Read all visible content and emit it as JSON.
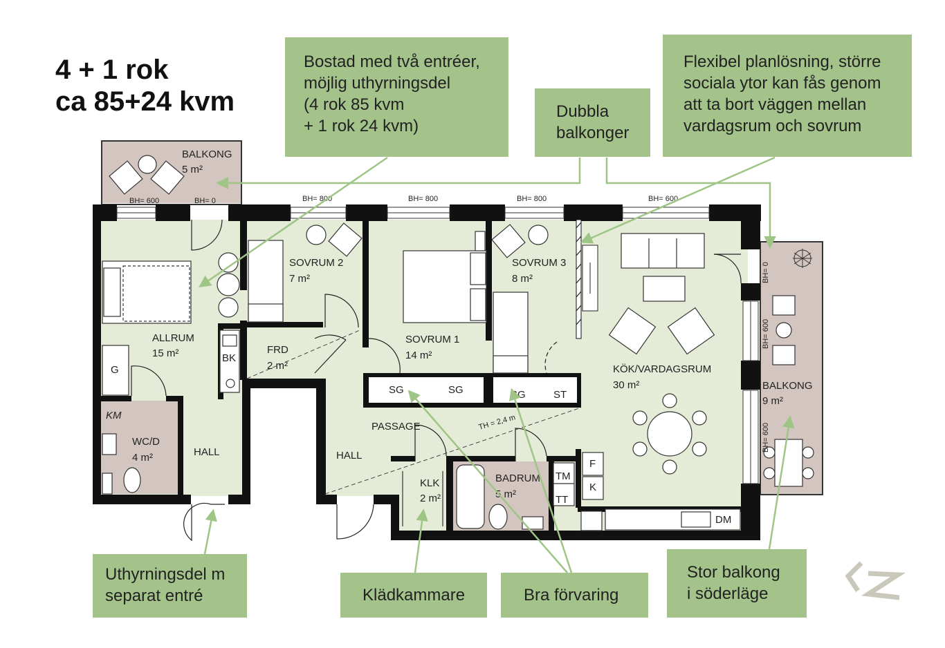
{
  "heading": {
    "line1": "4 + 1 rok",
    "line2": "ca 85+24 kvm"
  },
  "callouts": {
    "two_entrances": [
      "Bostad med två entréer,",
      "möjlig uthyrningsdel",
      "(4 rok 85 kvm",
      "+ 1 rok 24 kvm)"
    ],
    "double_balconies": [
      "Dubbla",
      "balkonger"
    ],
    "flexible": [
      "Flexibel planlösning, större",
      "sociala ytor kan fås genom",
      "att ta bort väggen mellan",
      "vardagsrum och sovrum"
    ],
    "rental_part": [
      "Uthyrningsdel m",
      "separat entré"
    ],
    "walk_in": [
      "Klädkammare"
    ],
    "storage": [
      "Bra förvaring"
    ],
    "big_balcony": [
      "Stor balkong",
      "i söderläge"
    ]
  },
  "rooms": {
    "balkong_small": {
      "name": "BALKONG",
      "area": "5 m²"
    },
    "allrum": {
      "name": "ALLRUM",
      "area": "15 m²"
    },
    "sovrum2": {
      "name": "SOVRUM 2",
      "area": "7 m²"
    },
    "sovrum1": {
      "name": "SOVRUM 1",
      "area": "14 m²"
    },
    "sovrum3": {
      "name": "SOVRUM 3",
      "area": "8 m²"
    },
    "frd": {
      "name": "FRD",
      "area": "2 m²"
    },
    "kok": {
      "name": "KÖK/VARDAGSRUM",
      "area": "30 m²"
    },
    "wc": {
      "name": "WC/D",
      "area": "4 m²"
    },
    "klk": {
      "name": "KLK",
      "area": "2 m²"
    },
    "badrum": {
      "name": "BADRUM",
      "area": "5 m²"
    },
    "balkong_big": {
      "name": "BALKONG",
      "area": "9 m²"
    },
    "hall_left": "HALL",
    "hall_mid": "HALL",
    "passage": "PASSAGE"
  },
  "fixtures": {
    "sg": "SG",
    "st": "ST",
    "bk": "BK",
    "g": "G",
    "km": "KM",
    "f": "F",
    "k": "K",
    "tm": "TM",
    "tt": "TT",
    "dm": "DM"
  },
  "window_labels": {
    "bh600": "BH= 600",
    "bh0": "BH= 0",
    "bh800": "BH= 800",
    "th": "TH = 2,4 m"
  },
  "colors": {
    "callout_bg": "#a3c38a",
    "room_fill": "#e4ebd6",
    "wet_fill": "#d3c5bf",
    "wall": "#111111",
    "arrow": "#9ec585"
  }
}
